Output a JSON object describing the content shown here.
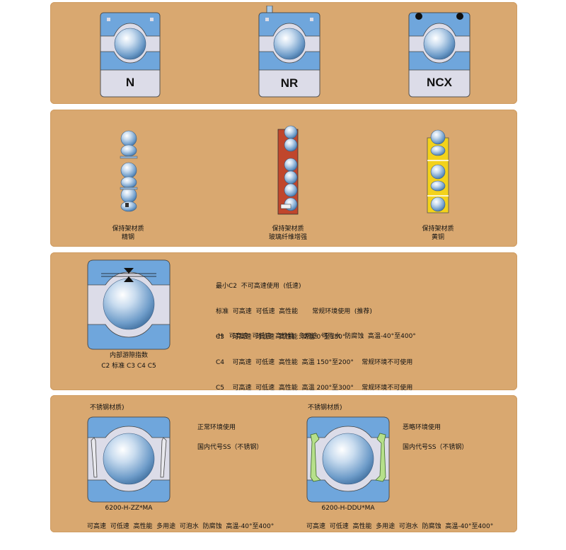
{
  "panel1": {
    "types": [
      {
        "label": "N"
      },
      {
        "label": "NR"
      },
      {
        "label": "NCX"
      }
    ]
  },
  "panel2": {
    "cages": [
      {
        "line1": "保持架材质",
        "line2": "精钢"
      },
      {
        "line1": "保持架材质",
        "line2": "玻璃纤维增强"
      },
      {
        "line1": "保持架材质",
        "line2": "黄铜"
      }
    ],
    "colors": {
      "steel": "#a8c8e6",
      "glass_fiber": "#c0462c",
      "brass": "#f3d21b"
    }
  },
  "panel3": {
    "caption_line1": "内部游隙指数",
    "caption_line2": "C2 标准 C3 C4 C5",
    "lines": [
      "最小C2  不可高速使用  (低速)",
      "标准  可高速  可低速  高性能       常规环境使用  (推荐)",
      "C3    可高速  可低速  高性能  高温 0°至150°",
      "C4    可高速  可低速  高性能  高温 150°至200°    常规环境不可使用",
      "C5    可高速  可低速  高性能  高温 200°至300°    常规环境不可使用"
    ],
    "h_line": "-H   可高速  可低速  高性能  多用途  可泡水  防腐蚀  高温-40°至400°"
  },
  "panel4": {
    "left": {
      "heading": "不锈钢材质)",
      "model": "6200-H-ZZ*MA",
      "desc1": "正常环境使用",
      "desc2": "国内代号SS（不锈钢）",
      "features": "可高速  可低速  高性能  多用途  可泡水  防腐蚀  高温-40°至400°"
    },
    "right": {
      "heading": "不锈钢材质)",
      "model": "6200-H-DDU*MA",
      "desc1": "恶略环境使用",
      "desc2": "国内代号SS（不锈钢）",
      "features": "可高速  可低速  高性能  多用途  可泡水  防腐蚀  高温-40°至400°"
    }
  },
  "colors": {
    "panel": "#d9a870",
    "race_blue": "#6fa6dc",
    "race_gray": "#dcdce8",
    "seal_green": "#b6e08a"
  }
}
